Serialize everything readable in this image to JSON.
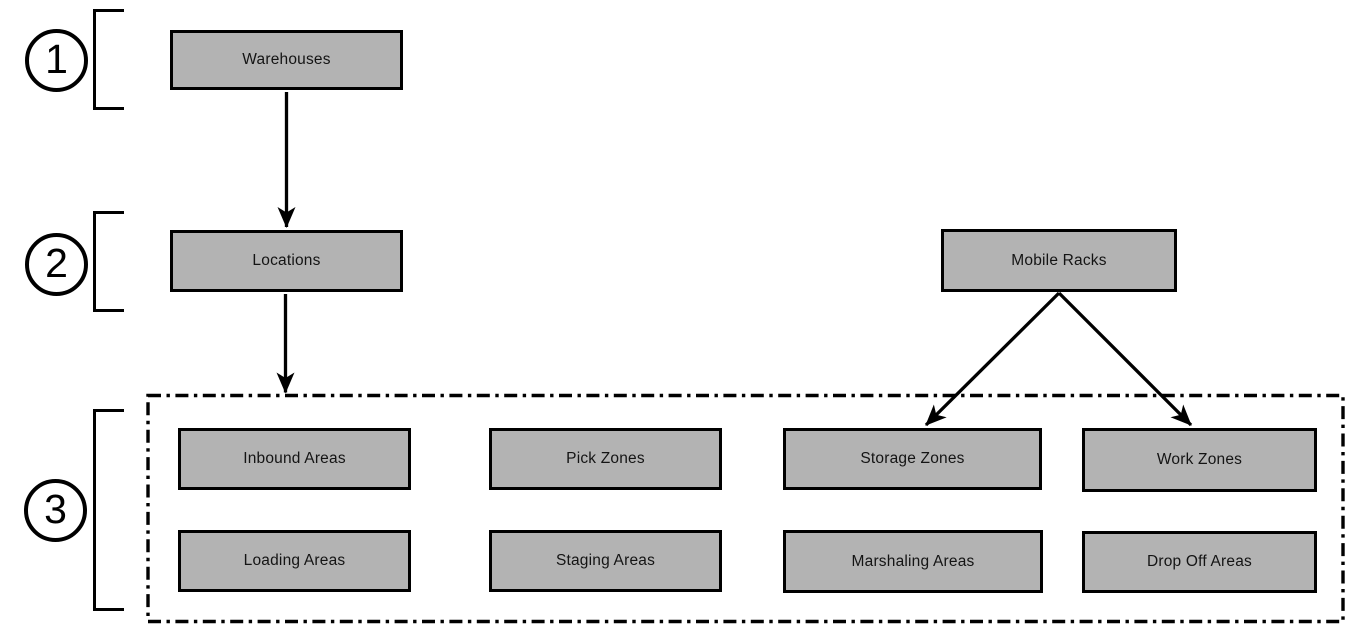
{
  "diagram": {
    "type": "hierarchy",
    "levels": [
      {
        "label": "1",
        "boxes": [
          "warehouses"
        ]
      },
      {
        "label": "2",
        "boxes": [
          "locations",
          "mobile_racks"
        ]
      },
      {
        "label": "3",
        "boxes": [
          "inbound_areas",
          "pick_zones",
          "storage_zones",
          "work_zones",
          "loading_areas",
          "staging_areas",
          "marshaling_areas",
          "drop_off_areas"
        ]
      }
    ],
    "boxes": {
      "warehouses": "Warehouses",
      "locations": "Locations",
      "mobile_racks": "Mobile Racks",
      "inbound_areas": "Inbound Areas",
      "pick_zones": "Pick Zones",
      "storage_zones": "Storage Zones",
      "work_zones": "Work Zones",
      "loading_areas": "Loading Areas",
      "staging_areas": "Staging Areas",
      "marshaling_areas": "Marshaling Areas",
      "drop_off_areas": "Drop Off Areas"
    },
    "edges": [
      {
        "from": "Warehouses",
        "to": "Locations"
      },
      {
        "from": "Locations",
        "to": "Level 3 zones group"
      },
      {
        "from": "Mobile Racks",
        "to": "Storage Zones"
      },
      {
        "from": "Mobile Racks",
        "to": "Work Zones"
      }
    ],
    "colors": {
      "box_fill": "#b3b3b3",
      "box_border": "#000000",
      "line": "#000000",
      "background": "#ffffff"
    }
  }
}
